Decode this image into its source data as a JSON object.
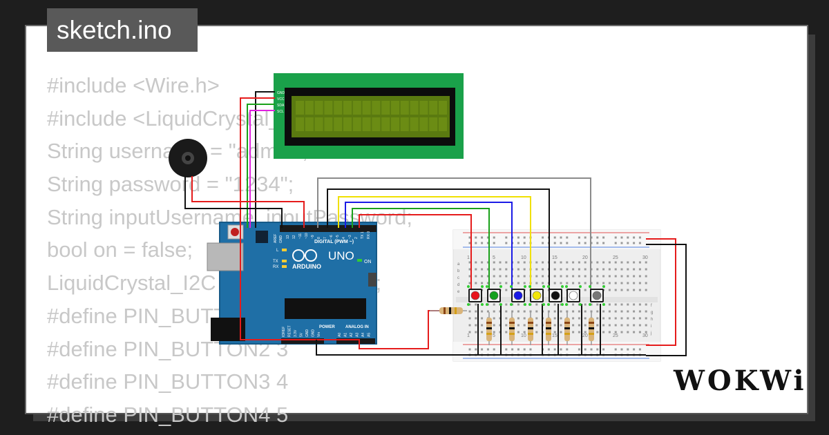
{
  "project": {
    "title": "sketch.ino"
  },
  "code_lines": [
    "#include <Wire.h>",
    "#include <LiquidCrystal_I2C.h>",
    "String username = \"admin\";",
    "String password = \"1234\";",
    "String inputUsername, inputPassword;",
    "bool on = false;",
    "LiquidCrystal_I2C lcd(0x27, 16, 2 );",
    "#define PIN_BUTTON1 2",
    "#define PIN_BUTTON2 3",
    "#define PIN_BUTTON3 4",
    "#define PIN_BUTTON4 5"
  ],
  "lcd": {
    "pins": [
      "GND",
      "VCC",
      "SDA",
      "SCL"
    ]
  },
  "arduino": {
    "brand": "ARDUINO",
    "model": "UNO",
    "digital_label": "DIGITAL (PWM ~)",
    "power_label": "POWER",
    "analog_label": "ANALOG IN",
    "on_label": "ON",
    "l_label": "L",
    "tx_label": "TX",
    "rx_label": "RX",
    "aref_label": "AREF",
    "gnd_label": "GND",
    "digital_pins": [
      "13",
      "12",
      "~11",
      "~10",
      "~9",
      "8",
      "7",
      "~6",
      "~5",
      "4",
      "~3",
      "2",
      "TX 1",
      "RX 0"
    ],
    "power_pins": [
      "IOREF",
      "RESET",
      "3.3V",
      "5V",
      "GND",
      "GND",
      "Vin"
    ],
    "analog_pins": [
      "A0",
      "A1",
      "A2",
      "A3",
      "A4",
      "A5"
    ]
  },
  "breadboard": {
    "column_numbers": [
      "1",
      "5",
      "10",
      "15",
      "20",
      "25",
      "30"
    ],
    "row_letters_top": [
      "a",
      "b",
      "c",
      "d",
      "e"
    ],
    "row_letters_bottom": [
      "f",
      "g",
      "h",
      "i",
      "j"
    ]
  },
  "buttons": [
    {
      "name": "red",
      "color": "#e8141c"
    },
    {
      "name": "green",
      "color": "#14a01e"
    },
    {
      "name": "blue",
      "color": "#1a1ae6"
    },
    {
      "name": "yellow",
      "color": "#f2e60a"
    },
    {
      "name": "black",
      "color": "#111111"
    },
    {
      "name": "white",
      "color": "#ffffff"
    },
    {
      "name": "gray",
      "color": "#777777"
    }
  ],
  "brand": {
    "logo": "WOKWi"
  },
  "colors": {
    "wire_red": "#e51b1b",
    "wire_black": "#111111",
    "wire_green": "#1aa11a",
    "wire_blue": "#1a1ae6",
    "wire_yellow": "#f0e000",
    "wire_gray": "#8a8a8a",
    "wire_magenta": "#e020e0",
    "arduino_blue": "#1f6fa6",
    "lcd_green": "#1aa14a",
    "lcd_screen": "#5a7a10"
  }
}
